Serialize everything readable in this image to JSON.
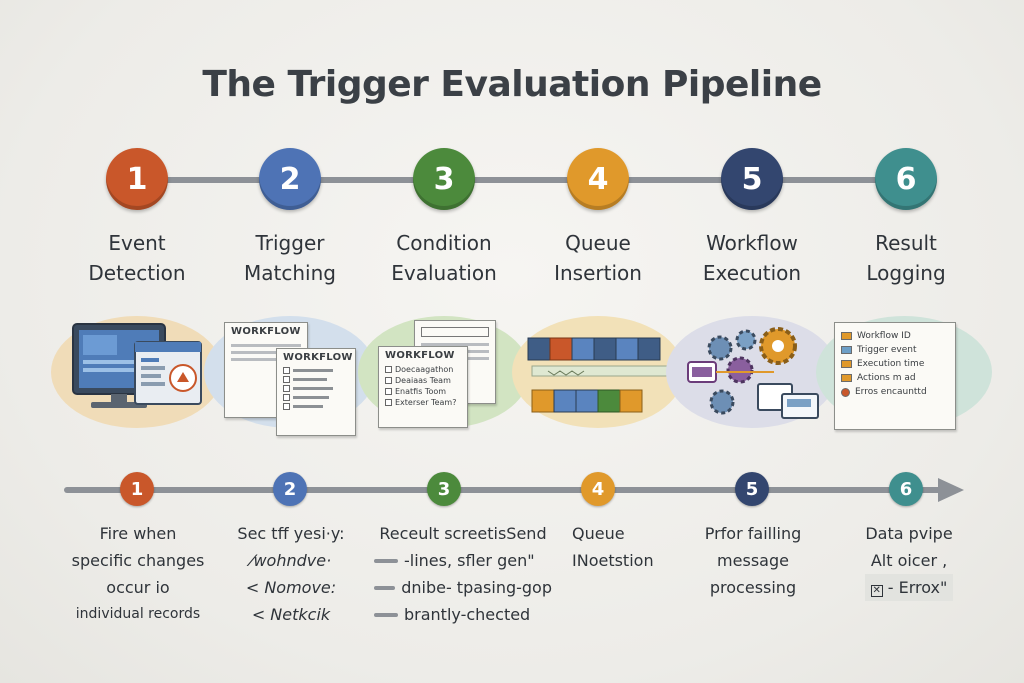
{
  "title": "The Trigger Evaluation Pipeline",
  "steps": [
    {
      "number": "1",
      "title_lines": [
        "Event",
        "Detection"
      ],
      "color": "#c9572a",
      "blob_color": "#f0dcb8",
      "desc_lines": [
        "Fire when",
        "specific changes",
        "occur io",
        "individual records"
      ]
    },
    {
      "number": "2",
      "title_lines": [
        "Trigger",
        "Matching"
      ],
      "color": "#4e73b5",
      "blob_color": "#d3dfec",
      "card_title_1": "WORKFLOW",
      "card_title_2": "WORKFLOW",
      "desc_lines": [
        "Sec tff yesi·y:",
        "⁄wohndve·",
        "< Nomove:",
        "< Netkcik"
      ]
    },
    {
      "number": "3",
      "title_lines": [
        "Condition",
        "Evaluation"
      ],
      "color": "#4c8a3c",
      "blob_color": "#d2e4c2",
      "card_title": "WORKFLOW",
      "card_rows": [
        "Doecaagathon",
        "Deaiaas Team",
        "Enatfis Toom",
        "Exterser Team?"
      ],
      "desc_lines": [
        "Receult screetisSend",
        "-lines, sfler gen\"",
        "dnibe- tpasing-gop",
        "brantly-chected"
      ]
    },
    {
      "number": "4",
      "title_lines": [
        "Queue",
        "Insertion"
      ],
      "color": "#e0992b",
      "blob_color": "#f2e1b8",
      "desc_lines": [
        "Queue",
        "INoetstion"
      ]
    },
    {
      "number": "5",
      "title_lines": [
        "Workflow",
        "Execution"
      ],
      "color": "#33466f",
      "blob_color": "#dcdde8",
      "desc_lines": [
        "Prfor failling",
        "message",
        "processing"
      ]
    },
    {
      "number": "6",
      "title_lines": [
        "Result",
        "Logging"
      ],
      "color": "#3f8f8e",
      "blob_color": "#cfe3da",
      "log_rows": [
        "Workflow ID",
        "Trigger event",
        "Execution time",
        "Actions  m ad",
        "Erros encaunttd"
      ],
      "desc_lines": [
        "Data pvipe",
        "Alt oicer ,",
        "- Errox\""
      ]
    }
  ]
}
